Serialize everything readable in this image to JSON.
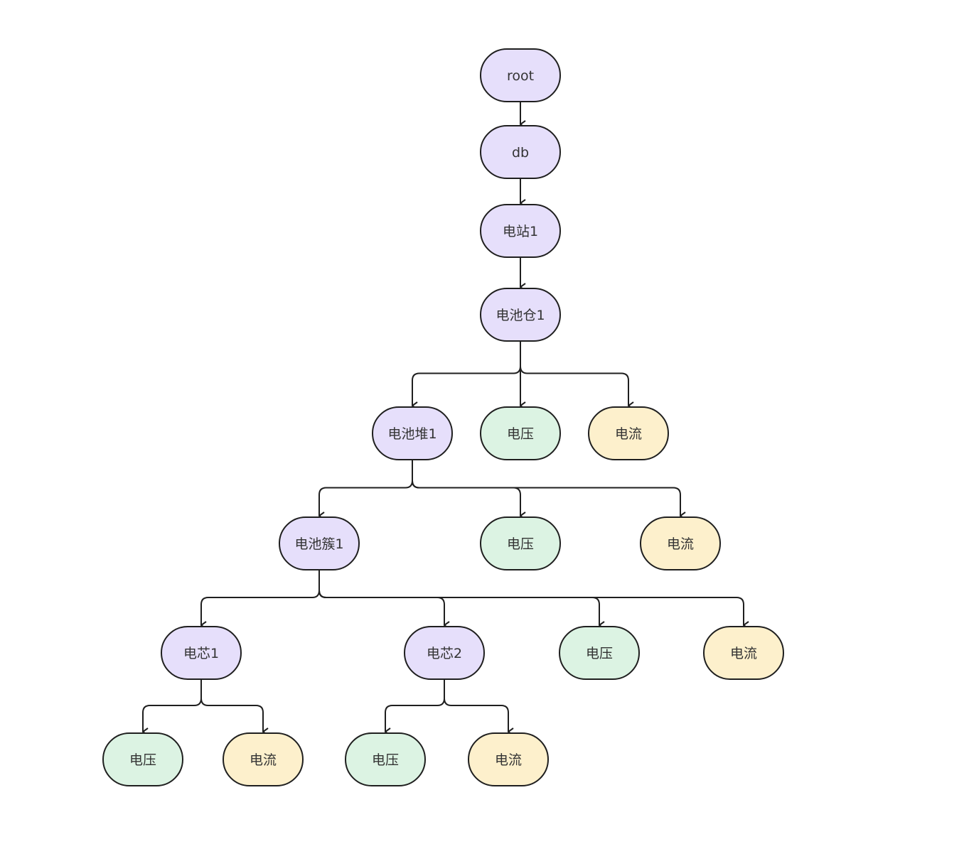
{
  "colors": {
    "group": "#e6dffb",
    "voltage": "#dcf3e3",
    "current": "#fdf0cc",
    "stroke": "#1f1f1f"
  },
  "nodes": [
    {
      "id": "root",
      "label": "root",
      "kind": "group",
      "parent": null
    },
    {
      "id": "db",
      "label": "db",
      "kind": "group",
      "parent": "root"
    },
    {
      "id": "station1",
      "label": "电站1",
      "kind": "group",
      "parent": "db"
    },
    {
      "id": "bay1",
      "label": "电池仓1",
      "kind": "group",
      "parent": "station1"
    },
    {
      "id": "stack1",
      "label": "电池堆1",
      "kind": "group",
      "parent": "bay1"
    },
    {
      "id": "bay1-v",
      "label": "电压",
      "kind": "voltage",
      "parent": "bay1"
    },
    {
      "id": "bay1-i",
      "label": "电流",
      "kind": "current",
      "parent": "bay1"
    },
    {
      "id": "cluster1",
      "label": "电池簇1",
      "kind": "group",
      "parent": "stack1"
    },
    {
      "id": "stack1-v",
      "label": "电压",
      "kind": "voltage",
      "parent": "stack1"
    },
    {
      "id": "stack1-i",
      "label": "电流",
      "kind": "current",
      "parent": "stack1"
    },
    {
      "id": "cell1",
      "label": "电芯1",
      "kind": "group",
      "parent": "cluster1"
    },
    {
      "id": "cell2",
      "label": "电芯2",
      "kind": "group",
      "parent": "cluster1"
    },
    {
      "id": "cluster1-v",
      "label": "电压",
      "kind": "voltage",
      "parent": "cluster1"
    },
    {
      "id": "cluster1-i",
      "label": "电流",
      "kind": "current",
      "parent": "cluster1"
    },
    {
      "id": "cell1-v",
      "label": "电压",
      "kind": "voltage",
      "parent": "cell1"
    },
    {
      "id": "cell1-i",
      "label": "电流",
      "kind": "current",
      "parent": "cell1"
    },
    {
      "id": "cell2-v",
      "label": "电压",
      "kind": "voltage",
      "parent": "cell2"
    },
    {
      "id": "cell2-i",
      "label": "电流",
      "kind": "current",
      "parent": "cell2"
    }
  ]
}
